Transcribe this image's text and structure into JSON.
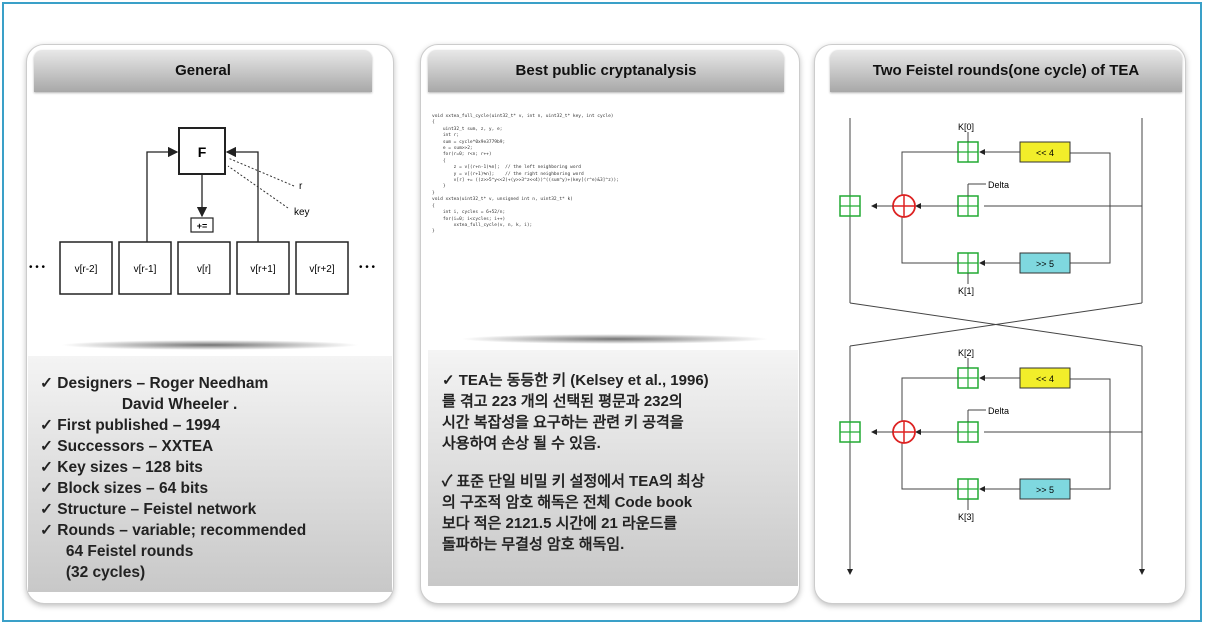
{
  "panels": {
    "general": {
      "title": "General",
      "diagram": {
        "f_label": "F",
        "r_label": "r",
        "key_label": "key",
        "add_label": "+=",
        "ellipsis": "• • •",
        "cells": [
          "v[r-2]",
          "v[r-1]",
          "v[r]",
          "v[r+1]",
          "v[r+2]"
        ]
      },
      "bullets": [
        "✓ Designers – Roger Needham",
        "                   David Wheeler .",
        "✓ First published – 1994",
        "✓ Successors – XXTEA",
        "✓ Key sizes – 128 bits",
        "✓ Block sizes – 64 bits",
        "✓ Structure – Feistel network",
        "✓ Rounds – variable; recommended",
        "      64 Feistel rounds",
        "      (32 cycles)"
      ]
    },
    "cryptanalysis": {
      "title": "Best public cryptanalysis",
      "code": "void xxtea_full_cycle(uint32_t* v, int n, uint32_t* key, int cycle)\n{\n    uint32_t sum, z, y, e;\n    int r;\n    sum = cycle*0x9e3779b9;\n    e = sum>>2;\n    for(r=0; r<n; r++)\n    {\n        z = v[(r+n-1)%n];  // the left neighboring word\n        y = v[(r+1)%n];    // the right neighboring word\n        v[r] += ((z>>5^y<<2)+(y>>3^z<<4))^((sum^y)+(key[(r^e)&3]^z));\n    }\n}\nvoid xxtea(uint32_t* v, unsigned int n, uint32_t* k)\n{\n    int i, cycles = 6+52/n;\n    for(i=0; i<cycles; i++)\n        xxtea_full_cycle(v, n, k, i);\n}",
      "paragraphs": [
        "✓ TEA는 동등한 키 (Kelsey et al., 1996)\n를 겪고 223 개의 선택된 평문과 232의\n시간 복잡성을 요구하는 관련 키 공격을\n사용하여 손상 될 수 있음.",
        "✓ 표준 단일 비밀 키 설정에서 TEA의 최상\n의 구조적 암호 해독은 전체 Code book\n보다 적은 2121.5 시간에 21 라운드를\n돌파하는 무결성 암호 해독임."
      ]
    },
    "feistel": {
      "title": "Two Feistel rounds(one cycle) of TEA",
      "rounds": [
        {
          "key_top": "K[0]",
          "key_bottom": "K[1]",
          "shl": "<< 4",
          "shr": ">> 5",
          "delta": "Delta"
        },
        {
          "key_top": "K[2]",
          "key_bottom": "K[3]",
          "shl": "<< 4",
          "shr": ">> 5",
          "delta": "Delta"
        }
      ]
    }
  },
  "colors": {
    "frame_border": "#3aa0c8",
    "adder_green": "#22aa33",
    "xor_red": "#dd2222",
    "shift_left_fill": "#f2ee2a",
    "shift_right_fill": "#7fd8df"
  }
}
